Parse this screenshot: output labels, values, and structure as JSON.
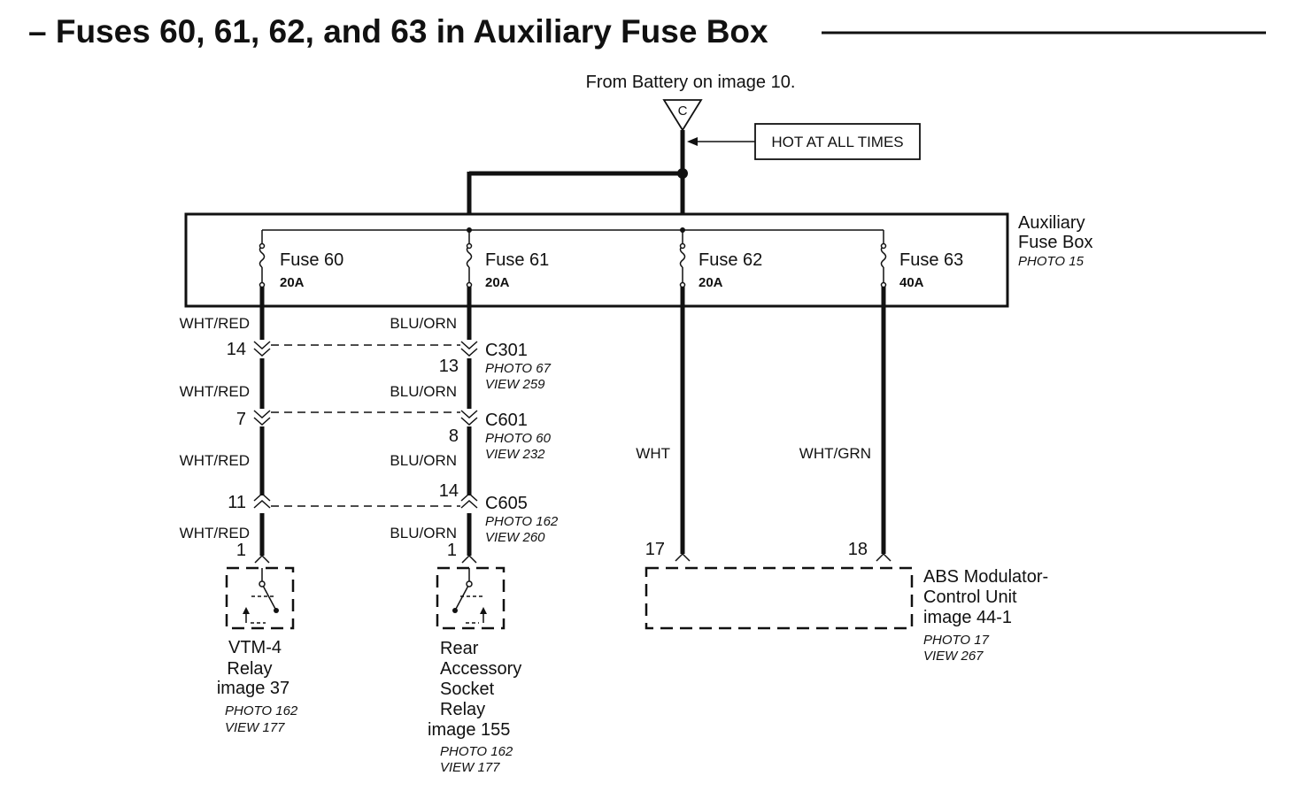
{
  "title": "– Fuses 60, 61, 62, and 63 in Auxiliary Fuse Box",
  "source": {
    "label": "From Battery on image 10.",
    "connector": "C",
    "note": "HOT AT ALL TIMES"
  },
  "fuse_box": {
    "name_line1": "Auxiliary",
    "name_line2": "Fuse Box",
    "photo": "PHOTO 15",
    "fuses": [
      {
        "name": "Fuse 60",
        "rating": "20A"
      },
      {
        "name": "Fuse 61",
        "rating": "20A"
      },
      {
        "name": "Fuse 62",
        "rating": "20A"
      },
      {
        "name": "Fuse 63",
        "rating": "40A"
      }
    ]
  },
  "wires": {
    "wht_red": "WHT/RED",
    "blu_orn": "BLU/ORN",
    "wht": "WHT",
    "wht_grn": "WHT/GRN"
  },
  "connectors": [
    {
      "name": "C301",
      "photo": "PHOTO 67",
      "view": "VIEW 259",
      "left_pin": "14",
      "right_pin": "13"
    },
    {
      "name": "C601",
      "photo": "PHOTO 60",
      "view": "VIEW 232",
      "left_pin": "7",
      "right_pin": "8"
    },
    {
      "name": "C605",
      "photo": "PHOTO 162",
      "view": "VIEW 260",
      "left_pin": "11",
      "right_pin": "14"
    }
  ],
  "pins": {
    "vtm4": "1",
    "rear": "1",
    "abs_left": "17",
    "abs_right": "18"
  },
  "components": {
    "vtm4": {
      "lines": [
        "VTM-4",
        "Relay",
        "image 37"
      ],
      "photo": "PHOTO 162",
      "view": "VIEW 177"
    },
    "rear_socket": {
      "lines": [
        "Rear",
        "Accessory",
        "Socket",
        "Relay",
        "image 155"
      ],
      "photo": "PHOTO 162",
      "view": "VIEW 177"
    },
    "abs": {
      "lines": [
        "ABS Modulator-",
        "Control Unit",
        "image  44-1"
      ],
      "photo": "PHOTO 17",
      "view": "VIEW 267"
    }
  }
}
